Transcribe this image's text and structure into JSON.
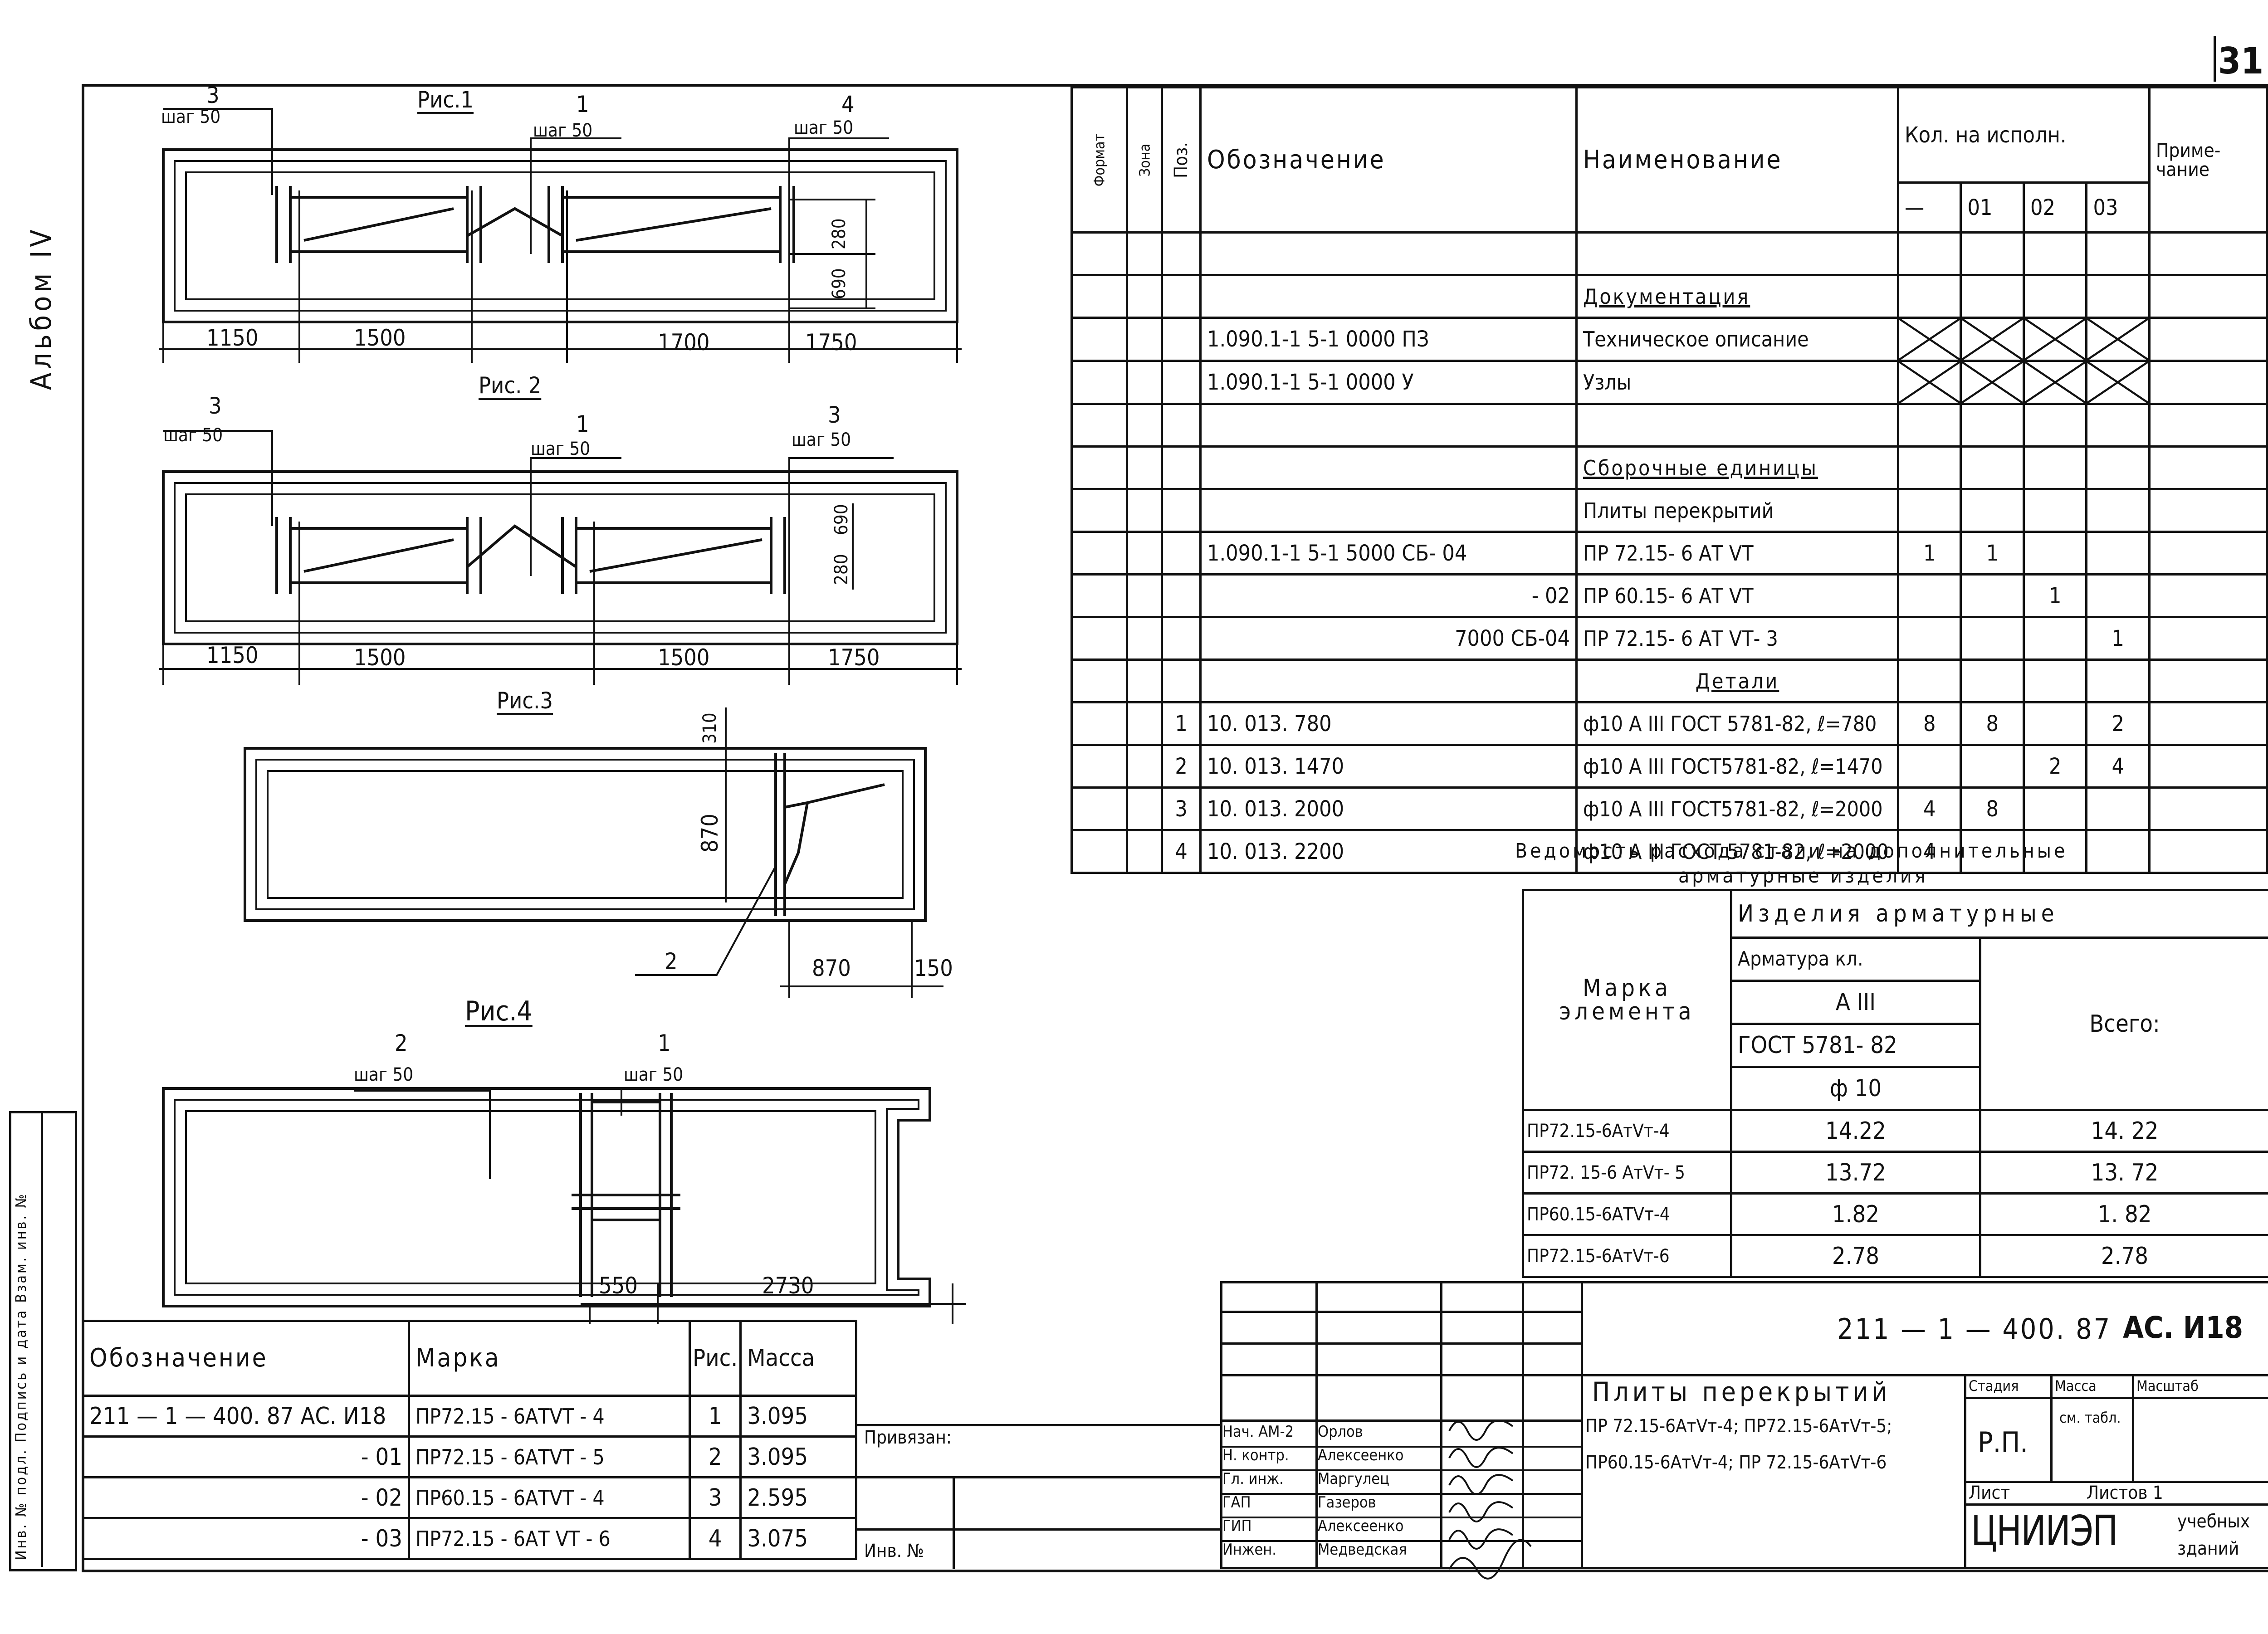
{
  "sheet_number": "31",
  "album": "Альбом IV",
  "left_stamp": "Инв. № подл. Подпись и дата Взам. инв. №",
  "figures": {
    "fig1": {
      "title": "Рис.1",
      "step_left_num": "3",
      "step_left": "шаг 50",
      "step_mid_num": "1",
      "step_mid": "шаг 50",
      "step_right_num": "4",
      "step_right": "шаг 50",
      "dim_1150": "1150",
      "dim_1500": "1500",
      "dim_1700": "1700",
      "dim_1750": "1750",
      "dim_690": "690",
      "dim_280": "280"
    },
    "fig2": {
      "title": "Рис. 2",
      "step_left_num": "3",
      "step_left": "шаг 50",
      "step_mid_num": "1",
      "step_mid": "шаг 50",
      "step_right_num": "3",
      "step_right": "шаг 50",
      "dim_1150": "1150",
      "dim_1500a": "1500",
      "dim_1500b": "1500",
      "dim_1750": "1750",
      "dim_690": "690",
      "dim_280": "280"
    },
    "fig3": {
      "title": "Рис.3",
      "dim_310": "310",
      "dim_870v": "870",
      "dim_870h": "870",
      "dim_150": "150",
      "callout": "2"
    },
    "fig4": {
      "title": "Рис.4",
      "step_left_num": "2",
      "step_left": "шаг 50",
      "step_mid_num": "1",
      "step_mid": "шаг 50",
      "dim_550": "550",
      "dim_2730": "2730"
    }
  },
  "spec_table": {
    "headers": {
      "format": "Формат",
      "zone": "Зона",
      "pos": "Поз.",
      "designation": "Обозначение",
      "name": "Наименование",
      "qty": "Кол. на исполн.",
      "note": "Приме-чание"
    },
    "qty_cols": [
      "—",
      "01",
      "02",
      "03"
    ],
    "rows": [
      {
        "pos": "",
        "designation": "",
        "name": "",
        "q": [
          "",
          "",
          "",
          ""
        ]
      },
      {
        "pos": "",
        "designation": "",
        "name": "Документация",
        "section": true,
        "q": [
          "",
          "",
          "",
          ""
        ]
      },
      {
        "pos": "",
        "designation": "1.090.1-1 5-1 0000 ПЗ",
        "name": "Техническое описание",
        "q": [
          "X",
          "X",
          "X",
          "X"
        ]
      },
      {
        "pos": "",
        "designation": "1.090.1-1 5-1 0000 У",
        "name": "Узлы",
        "q": [
          "X",
          "X",
          "X",
          "X"
        ]
      },
      {
        "pos": "",
        "designation": "",
        "name": "",
        "q": [
          "",
          "",
          "",
          ""
        ]
      },
      {
        "pos": "",
        "designation": "",
        "name": "Сборочные единицы",
        "section": true,
        "q": [
          "",
          "",
          "",
          ""
        ]
      },
      {
        "pos": "",
        "designation": "",
        "name": "Плиты перекрытий",
        "q": [
          "",
          "",
          "",
          ""
        ]
      },
      {
        "pos": "",
        "designation": "1.090.1-1 5-1 5000 СБ- 04",
        "name": "ПР 72.15- 6 АТ VТ",
        "q": [
          "1",
          "1",
          "",
          ""
        ]
      },
      {
        "pos": "",
        "designation": "- 02",
        "name": "ПР 60.15- 6 АТ VТ",
        "q": [
          "",
          "",
          "1",
          ""
        ]
      },
      {
        "pos": "",
        "designation": "7000 СБ-04",
        "name": "ПР 72.15- 6 АТ VТ- 3",
        "q": [
          "",
          "",
          "",
          "1"
        ]
      },
      {
        "pos": "",
        "designation": "",
        "name": "Детали",
        "section": true,
        "q": [
          "",
          "",
          "",
          ""
        ]
      },
      {
        "pos": "1",
        "designation": "10. 013. 780",
        "name": "ф10 А III ГОСТ 5781-82, ℓ=780",
        "q": [
          "8",
          "8",
          "",
          "2"
        ]
      },
      {
        "pos": "2",
        "designation": "10. 013. 1470",
        "name": "ф10 А III ГОСТ5781-82, ℓ=1470",
        "q": [
          "",
          "",
          "2",
          "4"
        ]
      },
      {
        "pos": "3",
        "designation": "10. 013. 2000",
        "name": "ф10 А III ГОСТ5781-82, ℓ=2000",
        "q": [
          "4",
          "8",
          "",
          ""
        ]
      },
      {
        "pos": "4",
        "designation": "10. 013. 2200",
        "name": "ф10 А III ГОСТ 5781-82, ℓ=2000",
        "q": [
          "4",
          "",
          "",
          ""
        ]
      }
    ]
  },
  "steel_table": {
    "title_line1": "Ведомость расхода стали на дополнительные",
    "title_line2": "арматурные изделия",
    "mark_label": "Марка элемента",
    "group_header": "Изделия арматурные",
    "rebar_class": "Арматура кл.",
    "rebar_grade": "А III",
    "rebar_gost": "ГОСТ 5781- 82",
    "rebar_dia": "ф 10",
    "total_label": "Всего:",
    "rows": [
      {
        "mark": "ПР72.15-6АтVт-4",
        "value": "14.22",
        "total": "14. 22"
      },
      {
        "mark": "ПР72. 15-6 АтVт- 5",
        "value": "13.72",
        "total": "13. 72"
      },
      {
        "mark": "ПР60.15-6АТVт-4",
        "value": "1.82",
        "total": "1. 82"
      },
      {
        "mark": "ПР72.15-6АтVт-6",
        "value": "2.78",
        "total": "2.78"
      }
    ]
  },
  "mass_table": {
    "headers": {
      "designation": "Обозначение",
      "mark": "Марка",
      "fig": "Рис.",
      "mass": "Масса"
    },
    "rows": [
      {
        "designation": "211 — 1 — 400. 87 АС. И18",
        "mark": "ПР72.15 - 6АТVТ - 4",
        "fig": "1",
        "mass": "3.095"
      },
      {
        "designation": "- 01",
        "mark": "ПР72.15 - 6АТVТ - 5",
        "fig": "2",
        "mass": "3.095"
      },
      {
        "designation": "- 02",
        "mark": "ПР60.15 - 6АТVТ - 4",
        "fig": "3",
        "mass": "2.595"
      },
      {
        "designation": "- 03",
        "mark": "ПР72.15 - 6АТ VТ - 6",
        "fig": "4",
        "mass": "3.075"
      }
    ]
  },
  "bound_label": "Привязан:",
  "inv_label": "Инв. №",
  "title_block": {
    "code": "211 — 1 — 400. 87",
    "sheet_code": "АС. И18",
    "name_line1": "Плиты перекрытий",
    "name_line2": "ПР 72.15-6АтVт-4; ПР72.15-6АтVт-5;",
    "name_line3": "ПР60.15-6АтVт-4; ПР 72.15-6АтVт-6",
    "stage_label": "Стадия",
    "mass_label": "Масса",
    "scale_label": "Масштаб",
    "stage_value": "Р.П.",
    "mass_value": "см. табл.",
    "sheet_label": "Лист",
    "sheets_label": "Листов 1",
    "org_logo": "ЦНИИЭП",
    "org_line1": "учебных",
    "org_line2": "зданий",
    "people": [
      {
        "role": "Нач. АМ-2",
        "name": "Орлов"
      },
      {
        "role": "Н. контр.",
        "name": "Алексеенко"
      },
      {
        "role": "Гл. инж.",
        "name": "Маргулец"
      },
      {
        "role": "ГАП",
        "name": "Газеров"
      },
      {
        "role": "ГИП",
        "name": "Алексеенко"
      },
      {
        "role": "Инжен.",
        "name": "Медведская"
      }
    ]
  }
}
